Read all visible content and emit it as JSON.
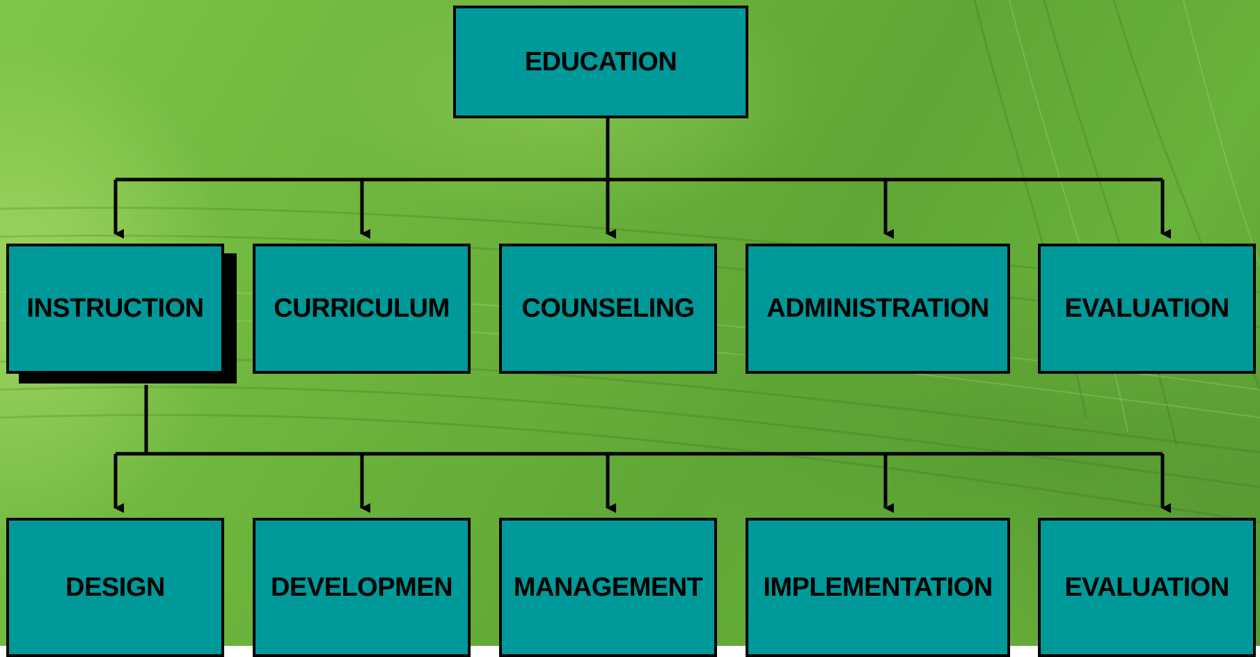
{
  "root": {
    "label": "EDUCATION"
  },
  "level1": [
    {
      "label": "INSTRUCTION"
    },
    {
      "label": "CURRICULUM"
    },
    {
      "label": "COUNSELING"
    },
    {
      "label": "ADMINISTRATION"
    },
    {
      "label": "EVALUATION"
    }
  ],
  "level2": [
    {
      "label": "DESIGN"
    },
    {
      "label": "DEVELOPMEN"
    },
    {
      "label": "MANAGEMENT"
    },
    {
      "label": "IMPLEMENTATION"
    },
    {
      "label": "EVALUATION"
    }
  ],
  "colors": {
    "box_fill": "#009999",
    "box_border": "#000000",
    "connector": "#000000",
    "background": "#6fb63e"
  }
}
